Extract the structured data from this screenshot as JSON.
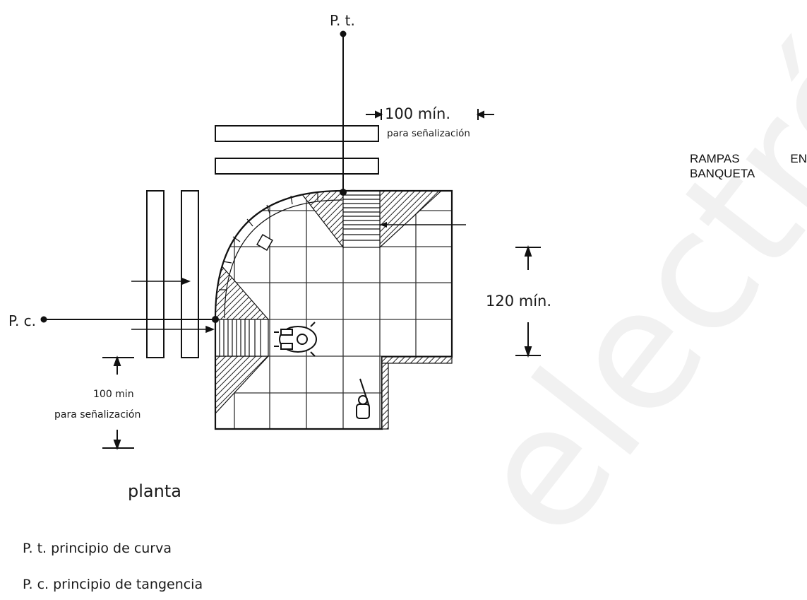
{
  "side_title": "RAMPAS EN BANQUETA",
  "labels": {
    "pt": "P. t.",
    "pc": "P. c.",
    "dim_top_value": "100 mín.",
    "dim_top_note": "para señalización",
    "dim_right": "120 mín.",
    "dim_left_value": "100 min",
    "dim_left_note": "para señalización",
    "view_name": "planta"
  },
  "legend": {
    "pt": "P. t. principio de curva",
    "pc": "P. c. principio de tangencia"
  },
  "watermark": "electrónico",
  "icons": [
    "wheelchair-user-icon",
    "blind-person-with-cane-icon"
  ]
}
